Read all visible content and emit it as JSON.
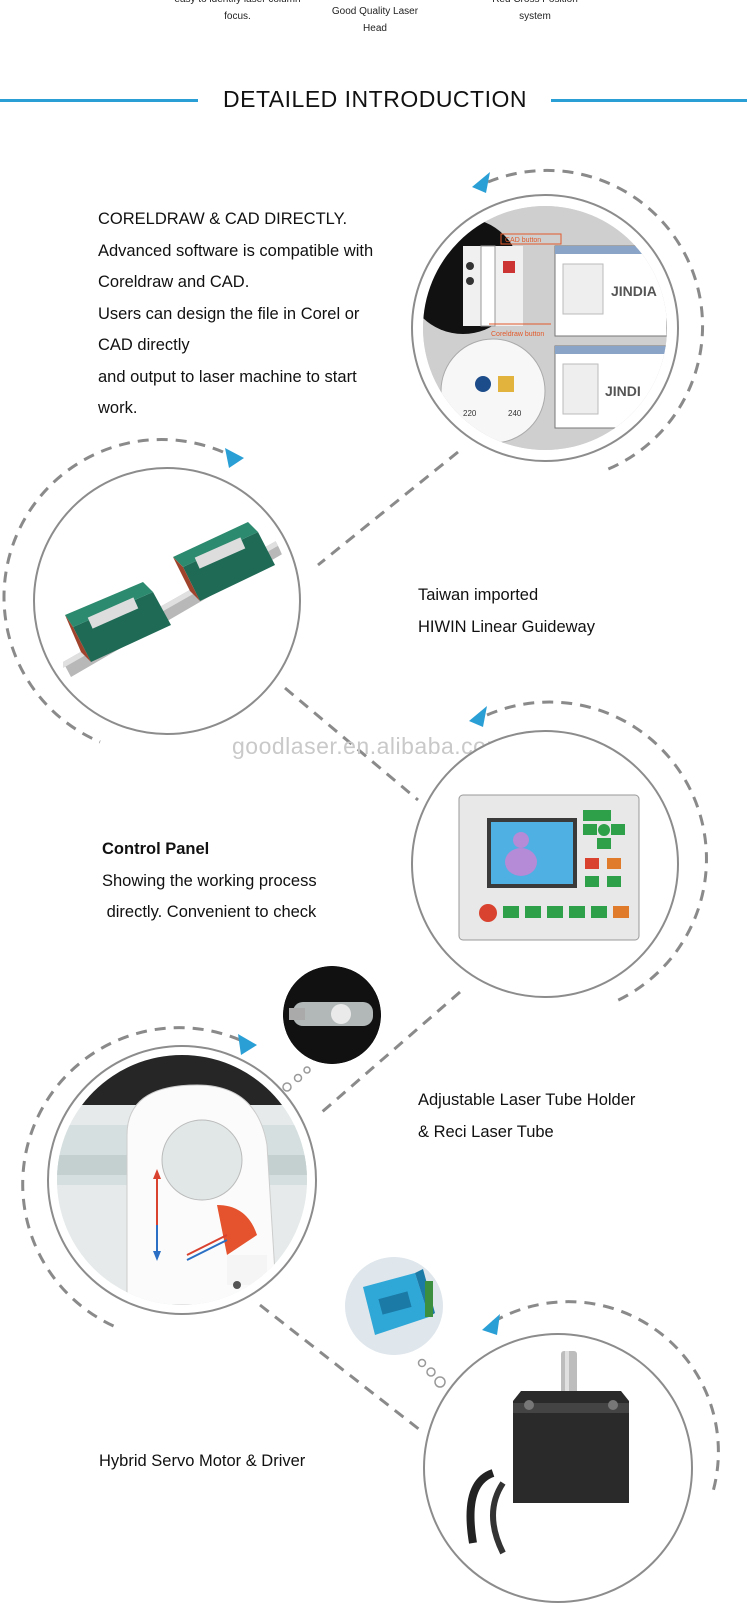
{
  "top_captions": {
    "left": "easy to identify laser column focus.",
    "center": "Good Quality Laser Head",
    "right": "Red Cross Position system"
  },
  "section": {
    "title": "DETAILED INTRODUCTION"
  },
  "features": {
    "software": {
      "lines": [
        "CORELDRAW & CAD DIRECTLY.",
        "Advanced software is compatible with",
        "Coreldraw and CAD.",
        "Users can design the file in Corel or",
        "CAD directly",
        "and output to laser machine to start",
        "work."
      ],
      "image": {
        "cad_button": "CAD button",
        "coreldraw_button": "Coreldraw button",
        "brand_text": "JINDIA",
        "brand_text_2": "JINDI",
        "ruler_a": "220",
        "ruler_b": "240"
      }
    },
    "guideway": {
      "lines": [
        "Taiwan imported",
        "HIWIN Linear Guideway"
      ]
    },
    "control_panel": {
      "title": "Control  Panel",
      "lines": [
        "Showing the working process",
        " directly. Convenient to check"
      ]
    },
    "tube_holder": {
      "lines": [
        "Adjustable Laser Tube Holder",
        "& Reci Laser Tube"
      ]
    },
    "servo": {
      "lines": [
        "Hybrid Servo Motor & Driver"
      ]
    }
  },
  "watermark": "goodlaser.en.alibaba.com",
  "colors": {
    "accent": "#2a9fd6",
    "dash": "#8a8a8a"
  }
}
